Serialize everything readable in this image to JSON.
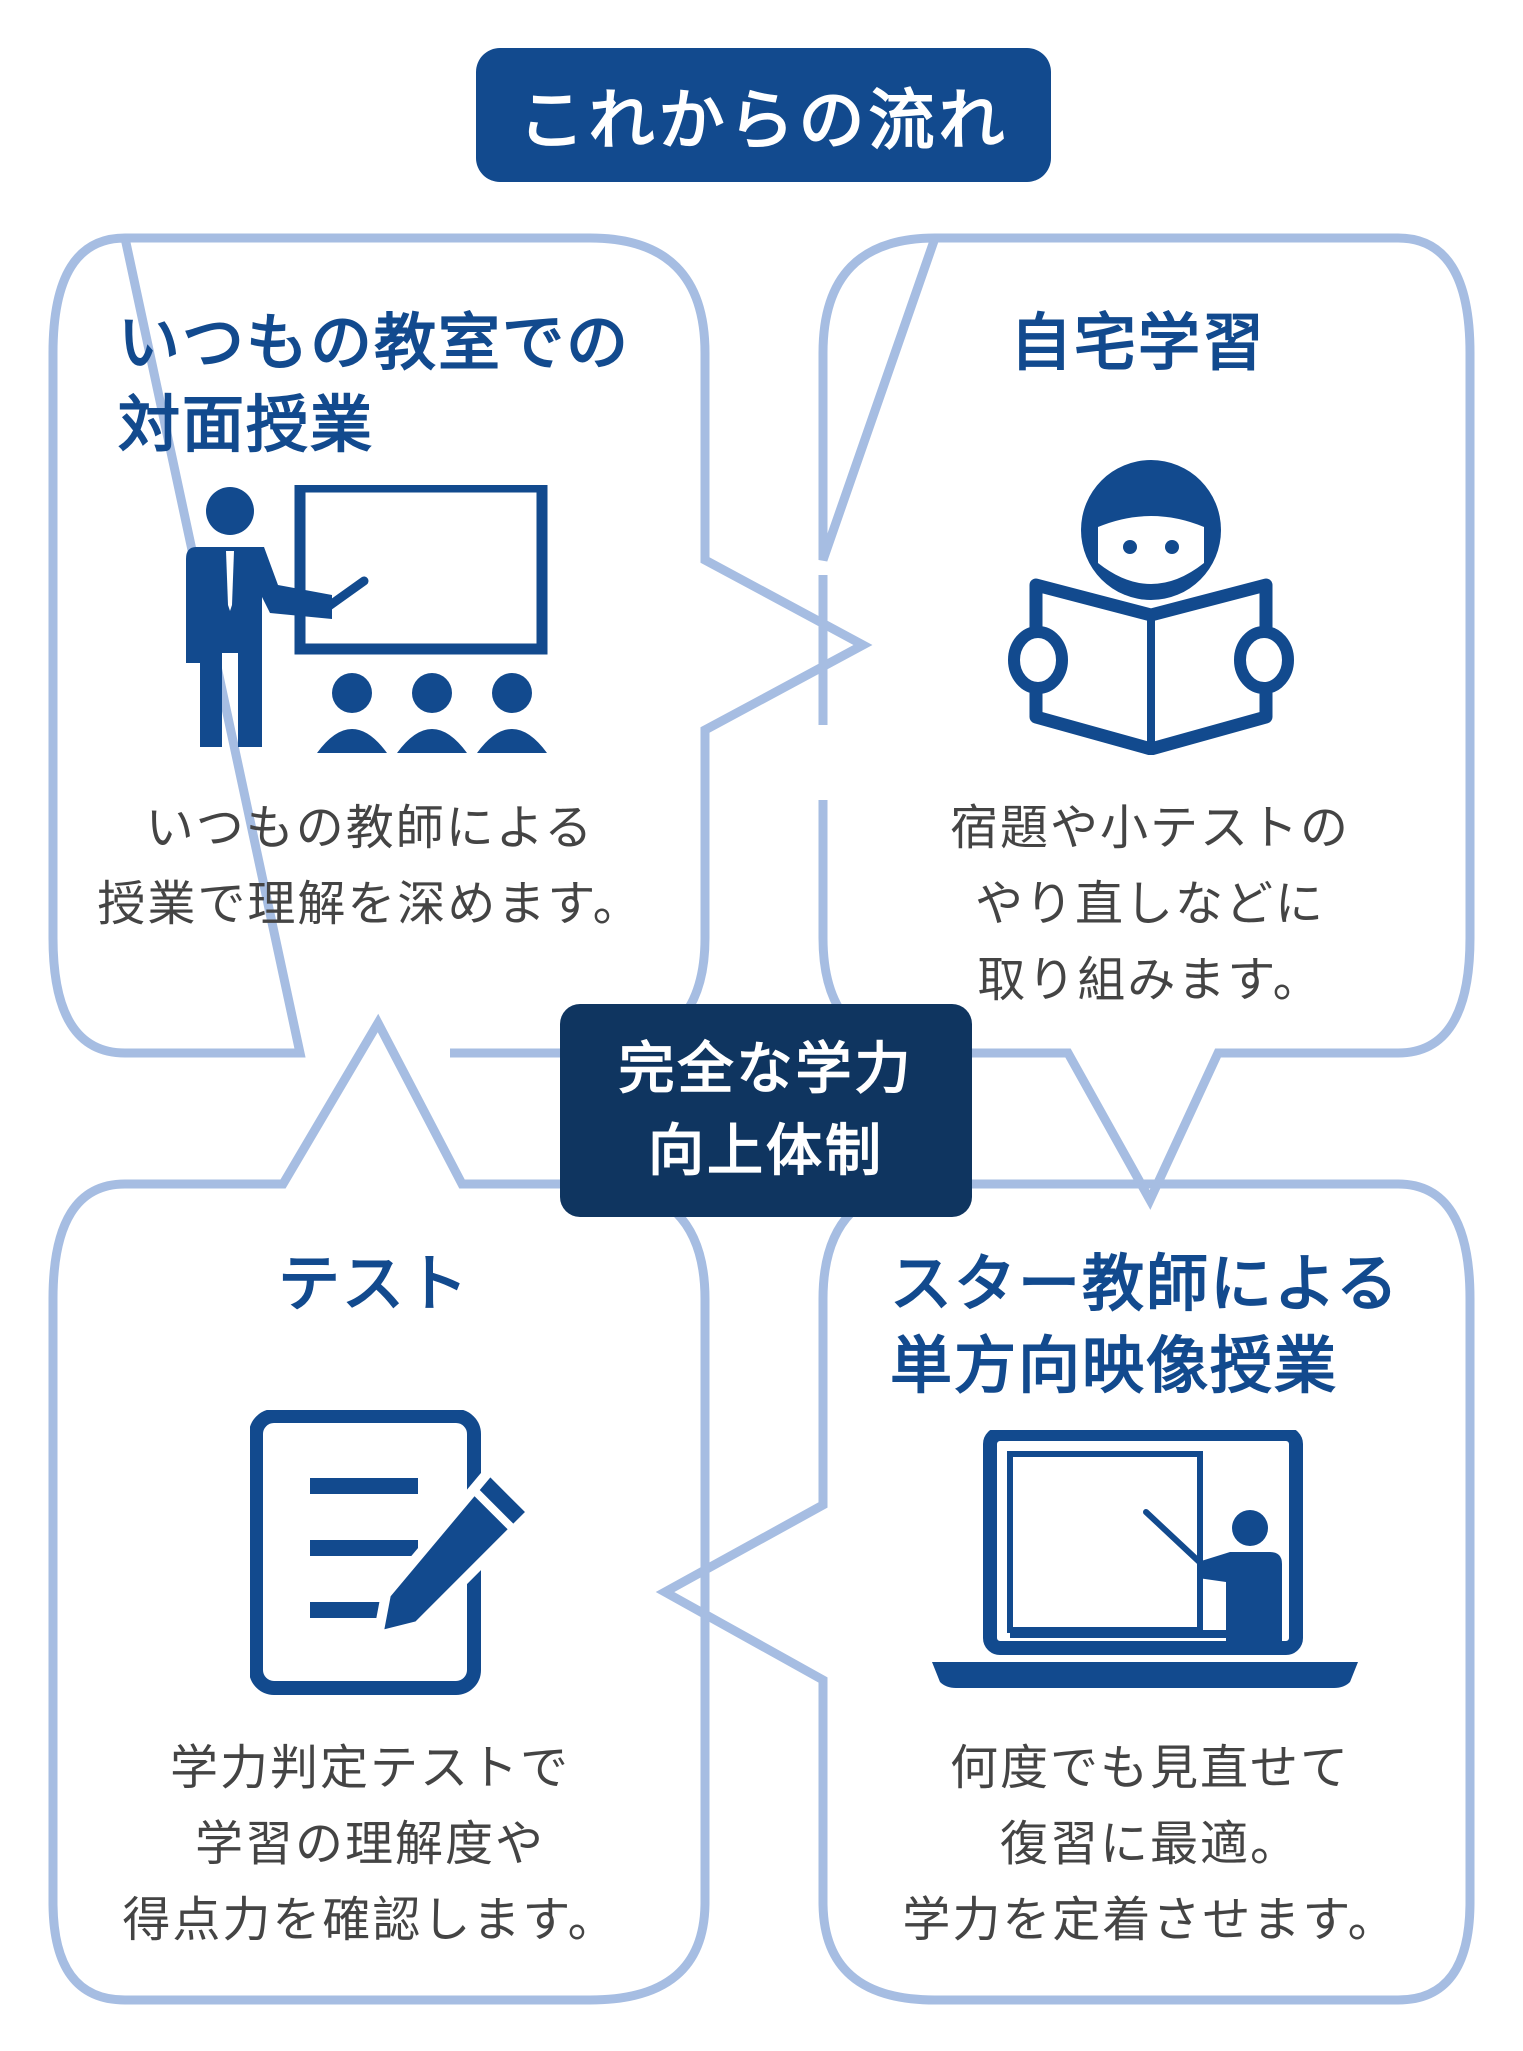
{
  "title": "これからの流れ",
  "center": {
    "line1": "完全な学力",
    "line2": "向上体制"
  },
  "panels": {
    "classroom": {
      "heading": [
        "いつもの教室での",
        "対面授業"
      ],
      "desc": [
        "いつもの教師による",
        "授業で理解を深めます。"
      ],
      "icon": "teacher-at-whiteboard-icon"
    },
    "home": {
      "heading": [
        "自宅学習"
      ],
      "desc": [
        "宿題や小テストの",
        "やり直しなどに",
        "取り組みます。"
      ],
      "icon": "person-reading-icon"
    },
    "video": {
      "heading": [
        "スター教師による",
        "単方向映像授業"
      ],
      "desc": [
        "何度でも見直せて",
        "復習に最適。",
        "学力を定着させます。"
      ],
      "icon": "laptop-lecture-icon"
    },
    "test": {
      "heading": [
        "テスト"
      ],
      "desc": [
        "学力判定テストで",
        "学習の理解度や",
        "得点力を確認します。"
      ],
      "icon": "test-document-icon"
    }
  },
  "colors": {
    "navy": "#124a8e",
    "dark_navy": "#0f3560",
    "border": "#a6bde2",
    "text": "#444444"
  }
}
